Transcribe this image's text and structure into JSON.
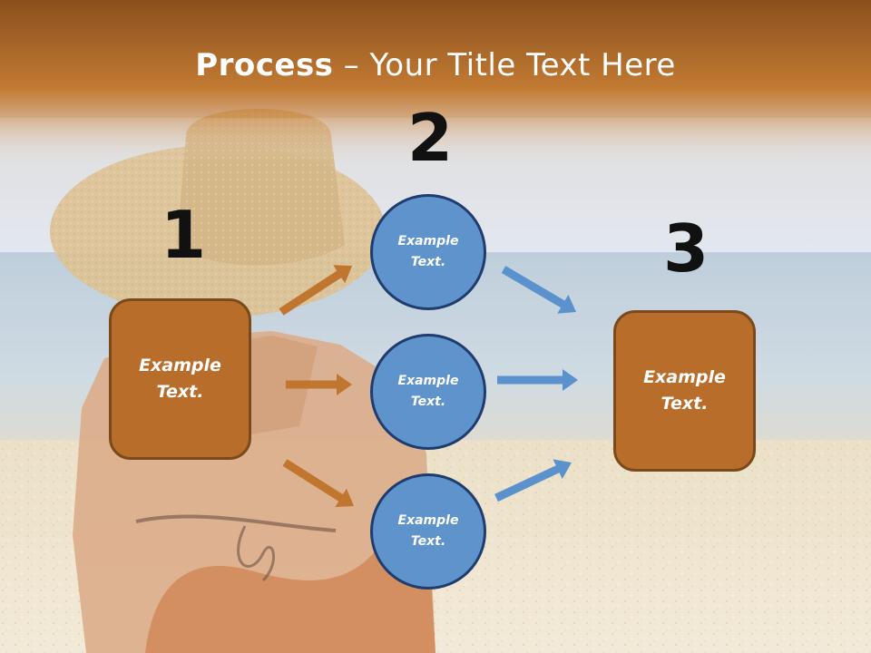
{
  "title": {
    "bold": "Process",
    "rest": " – Your Title Text Here"
  },
  "colors": {
    "header_dark": "#8a501c",
    "header_light": "#c77f36",
    "box_fill": "#b86e2a",
    "box_border": "#7a4a1c",
    "circle_fill": "#5f93cc",
    "circle_border": "#1f3c6e",
    "arrow_orange": "#c0762f",
    "arrow_blue": "#5b91cd"
  },
  "steps": [
    {
      "number": "1",
      "text": "Example\nText."
    },
    {
      "number": "2",
      "text": ""
    },
    {
      "number": "3",
      "text": "Example\nText."
    }
  ],
  "circles": [
    {
      "text": "Example\nText."
    },
    {
      "text": "Example\nText."
    },
    {
      "text": "Example\nText."
    }
  ],
  "icons": {
    "arrow": "arrow-right-icon"
  }
}
